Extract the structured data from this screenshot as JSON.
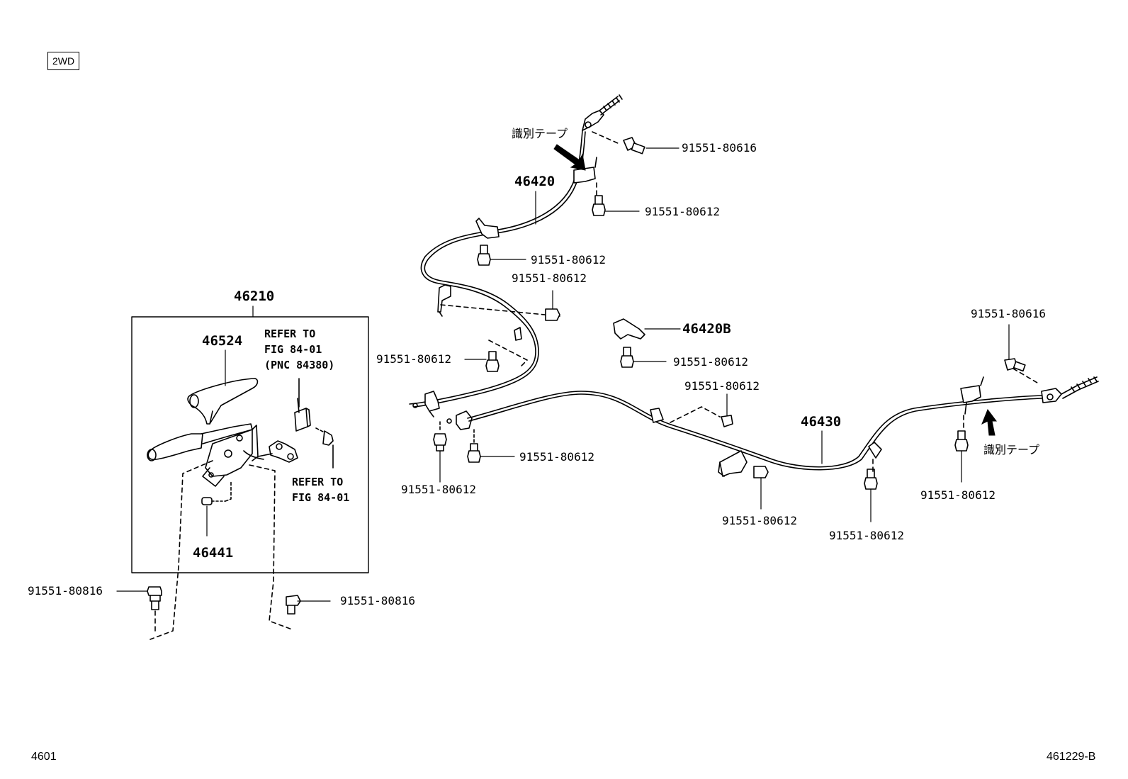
{
  "diagram": {
    "variant_label": "2WD",
    "footer_left": "4601",
    "footer_right": "461229-B",
    "parts": {
      "lever_assembly": "46210",
      "lever_grip": "46524",
      "lever_sub_part": "46441",
      "front_cable": "46420",
      "cable_clip": "46420B",
      "rear_cable": "46430"
    },
    "notes": {
      "refer_switch": "REFER TO\nFIG 84-01\n(PNC 84380)",
      "refer_bracket": "REFER TO\nFIG 84-01",
      "id_tape": "識別テープ"
    },
    "bolts": {
      "b80616": "91551-80616",
      "b80612": "91551-80612",
      "b80816": "91551-80816"
    }
  }
}
